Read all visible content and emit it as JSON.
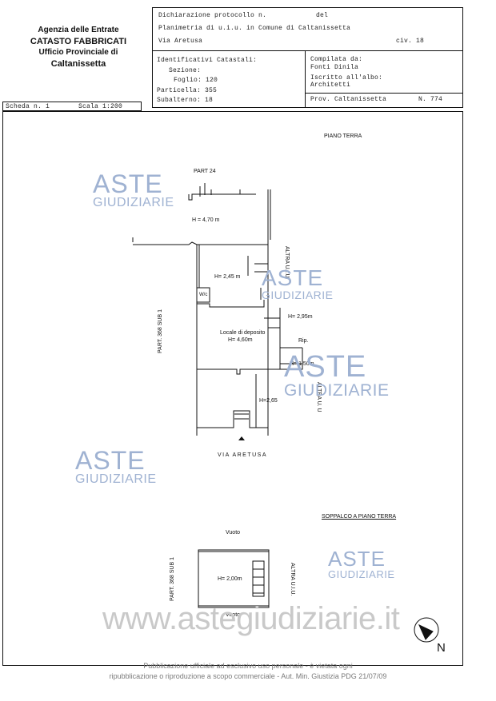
{
  "header_left": {
    "agency": "Agenzia delle Entrate",
    "catasto": "CATASTO FABBRICATI",
    "office": "Ufficio Provinciale di",
    "city": "Caltanissetta"
  },
  "header_right": {
    "dichiarazione_label": "Dichiarazione protocollo n.",
    "del_label": "del",
    "planimetria": "Planimetria di u.i.u. in Comune di Caltanissetta",
    "address": "Via Aretusa",
    "civ": "civ. 18",
    "identificativi_label": "Identificativi Catastali:",
    "sezione": "Sezione:",
    "foglio": "Foglio: 120",
    "particella": "Particella: 355",
    "subalterno": "Subalterno: 18",
    "compilata_label": "Compilata da:",
    "compiler": "Fonti Dinila",
    "iscritto_label": "Iscritto all'albo:",
    "albo": "Architetti",
    "prov": "Prov. Caltanissetta",
    "num": "N. 774"
  },
  "scheda": {
    "label": "Scheda n. 1",
    "scala": "Scala 1:200"
  },
  "plan": {
    "piano_terra": "PIANO TERRA",
    "part24": "PART 24",
    "h_main": "H = 4,70 m",
    "h_245": "H= 2,45 m",
    "wc": "W/c",
    "h_295": "H= 2,95m",
    "locale_label": "Locale di deposito",
    "h_locale": "H= 4,60m",
    "rip": "Rip.",
    "h_150": "H= 1,50m",
    "h_265": "H=2,65",
    "altra_u_top": "ALTRA U.I.U.",
    "altra_u_bottom": "ALTRA U. U",
    "part_left": "PART. 368 SUB 1",
    "via_aretusa": "VIA ARETUSA",
    "soppalco": "SOPPALCO A PIANO TERRA",
    "vuoto_top": "Vuoto",
    "vuoto_bottom": "Vuoto",
    "h_200": "H= 2,00m",
    "part_left_2": "PART. 368 SUB 1",
    "altra_u_2": "ALTRA U.I.U.",
    "north": "N"
  },
  "watermark": {
    "aste": "ASTE",
    "giudiziarie": "GIUDIZIARIE",
    "website": "www.astegiudiziarie.it",
    "disclaimer_1": "Pubblicazione ufficiale ad esclusivo uso personale - è vietata ogni",
    "disclaimer_2": "ripubblicazione o riproduzione a scopo commerciale - Aut. Min. Giustizia PDG 21/07/09"
  },
  "colors": {
    "watermark": "#9fb2d2",
    "website": "#c9c9c9",
    "line": "#111111",
    "disclaimer": "#7a7a7a"
  }
}
